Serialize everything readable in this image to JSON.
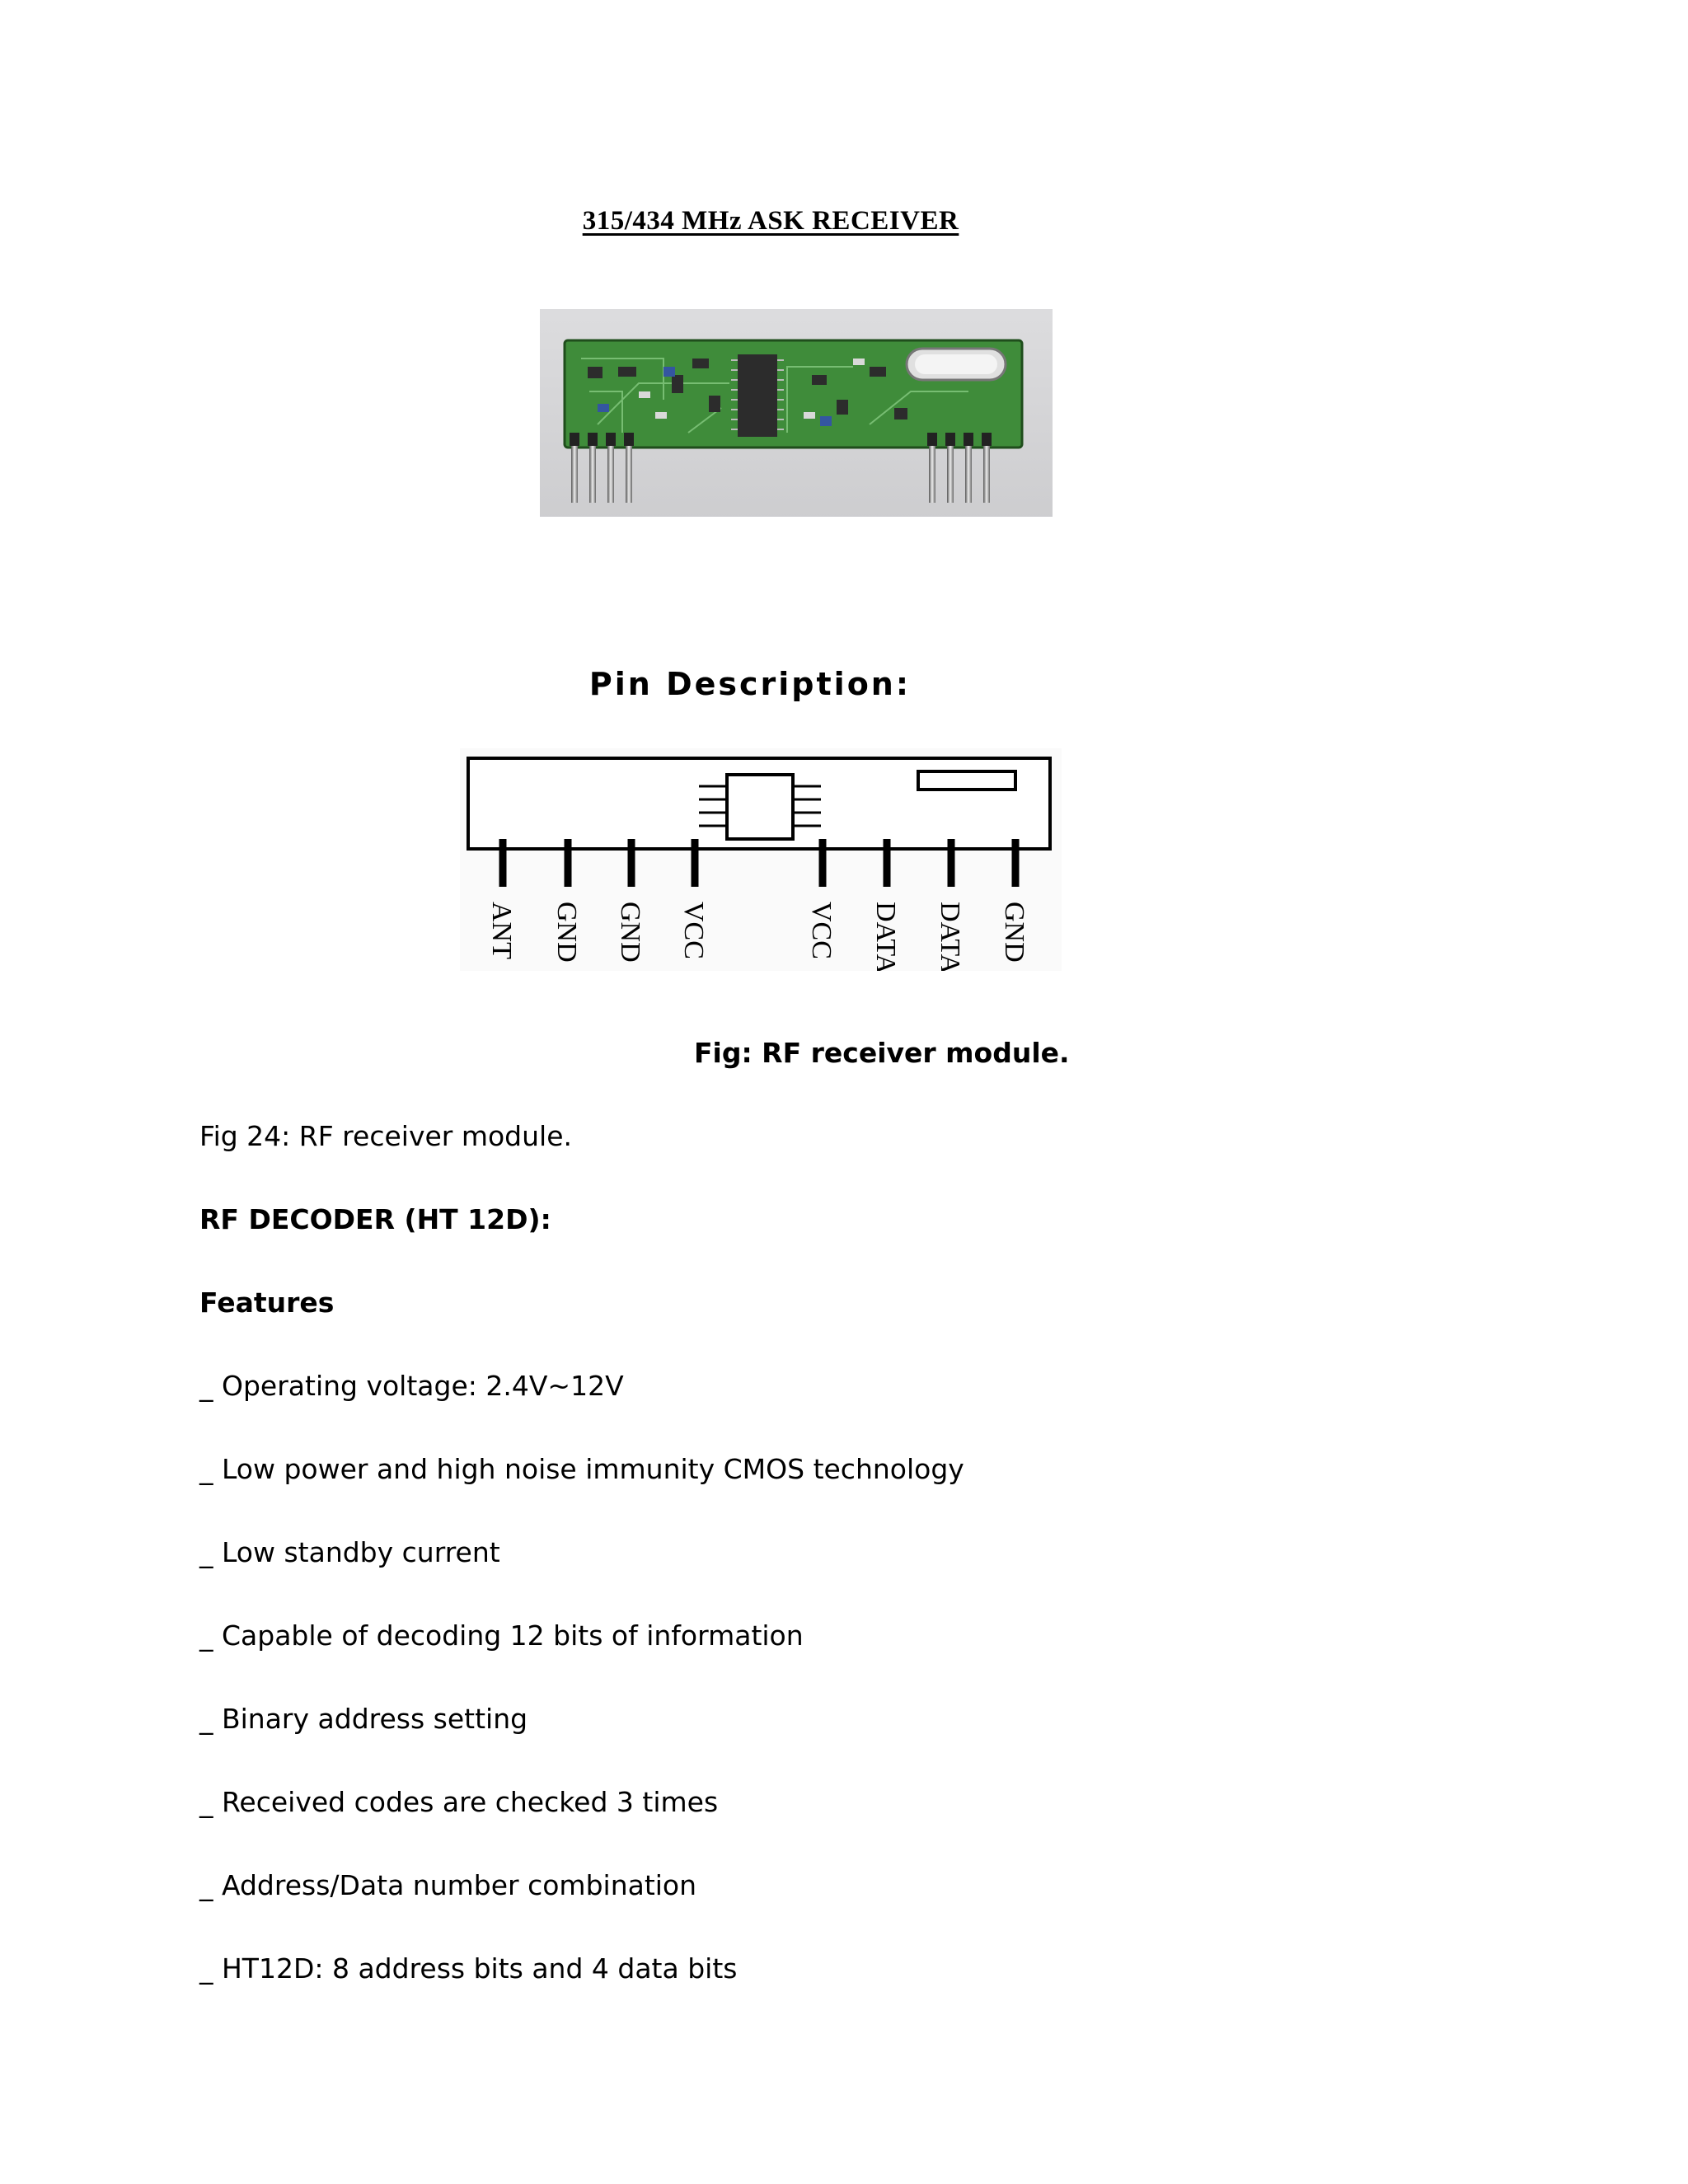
{
  "figure_title": "315/434 MHz ASK RECEIVER",
  "pin_heading": "Pin Description:",
  "pin_labels": [
    "ANT",
    "GND",
    "GND",
    "VCC",
    "VCC",
    "DATA",
    "DATA",
    "GND"
  ],
  "figure_caption": "Fig: RF receiver module.",
  "fig24_caption": "Fig 24: RF receiver module.",
  "section_heading": "RF DECODER (HT 12D):",
  "features_heading": "Features",
  "features": [
    "_ Operating voltage: 2.4V~12V",
    "_ Low power and high noise immunity CMOS technology",
    "_ Low standby current",
    "_ Capable of decoding 12 bits of information",
    "_ Binary address setting",
    "_ Received codes are checked 3 times",
    "_ Address/Data number combination",
    "_ HT12D: 8 address bits and 4 data bits"
  ],
  "colors": {
    "pcb_green": "#3f8c3a",
    "photo_bg": "#d6d6d8"
  }
}
